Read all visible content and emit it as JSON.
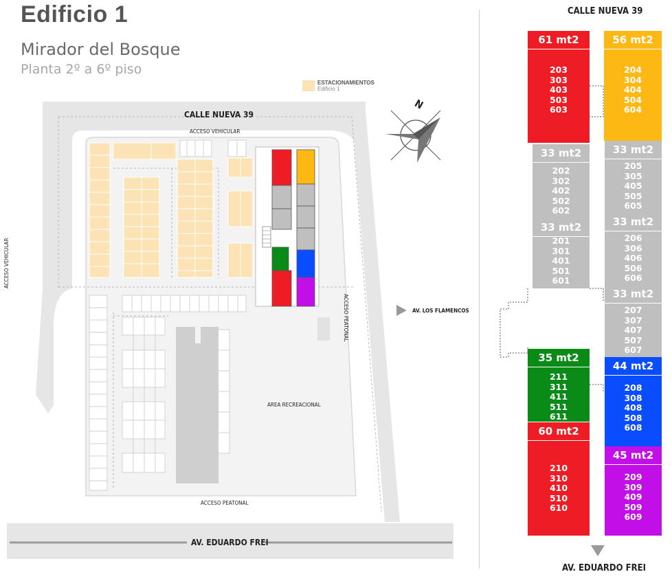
{
  "header": {
    "building": "Edificio 1",
    "project": "Mirador del Bosque",
    "floors": "Planta 2º a 6º piso"
  },
  "legend": {
    "label": "ESTACIONAMIENTOS",
    "sub": "Edificio 1",
    "color": "#fbe3b6"
  },
  "map": {
    "calle_nueva": "CALLE NUEVA 39",
    "acceso_vehicular_top": "ACCESO VEHICULAR",
    "acceso_vehicular_left": "ACCESO VEHICULAR",
    "acceso_peatonal_right": "ACCESO PEATONAL",
    "acceso_peatonal_bottom": "ACCESO PEATONAL",
    "area_recreacional": "AREA RECREACIONAL",
    "av_flamencos": "AV. LOS FLAMENCOS",
    "av_frei": "AV. EDUARDO FREI",
    "compass": "N"
  },
  "plan": {
    "top_street": "CALLE NUEVA 39",
    "bottom_street": "AV. EDUARDO FREI",
    "colors": {
      "red": "#ee1c24",
      "yellow": "#fdb813",
      "gray": "#bfbfbf",
      "green": "#0a8a16",
      "blue": "#0a4dff",
      "purple": "#c20fe8"
    },
    "units": [
      {
        "id": "u203",
        "area": "61 mt2",
        "color": "red",
        "numbers": [
          "203",
          "303",
          "403",
          "503",
          "603"
        ]
      },
      {
        "id": "u204",
        "area": "56 mt2",
        "color": "yellow",
        "numbers": [
          "204",
          "304",
          "404",
          "504",
          "604"
        ]
      },
      {
        "id": "u202",
        "area": "33 mt2",
        "color": "gray",
        "numbers": [
          "202",
          "302",
          "402",
          "502",
          "602"
        ]
      },
      {
        "id": "u205",
        "area": "33 mt2",
        "color": "gray",
        "numbers": [
          "205",
          "305",
          "405",
          "505",
          "605"
        ]
      },
      {
        "id": "u201",
        "area": "33 mt2",
        "color": "gray",
        "numbers": [
          "201",
          "301",
          "401",
          "501",
          "601"
        ]
      },
      {
        "id": "u206",
        "area": "33 mt2",
        "color": "gray",
        "numbers": [
          "206",
          "306",
          "406",
          "506",
          "606"
        ]
      },
      {
        "id": "u207",
        "area": "33 mt2",
        "color": "gray",
        "numbers": [
          "207",
          "307",
          "407",
          "507",
          "607"
        ]
      },
      {
        "id": "u211",
        "area": "35 mt2",
        "color": "green",
        "numbers": [
          "211",
          "311",
          "411",
          "511",
          "611"
        ]
      },
      {
        "id": "u208",
        "area": "44 mt2",
        "color": "blue",
        "numbers": [
          "208",
          "308",
          "408",
          "508",
          "608"
        ]
      },
      {
        "id": "u210",
        "area": "60 mt2",
        "color": "red",
        "numbers": [
          "210",
          "310",
          "410",
          "510",
          "610"
        ]
      },
      {
        "id": "u209",
        "area": "45 mt2",
        "color": "purple",
        "numbers": [
          "209",
          "309",
          "409",
          "509",
          "609"
        ]
      }
    ]
  }
}
